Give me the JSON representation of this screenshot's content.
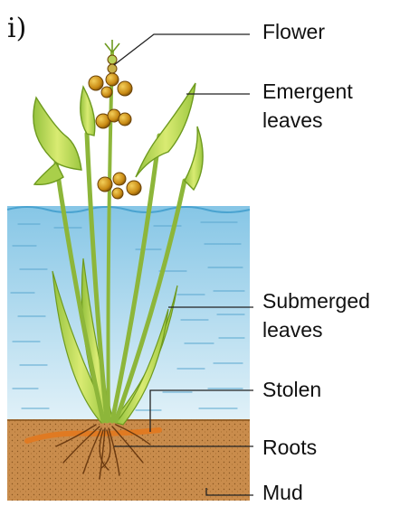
{
  "panel_label": "i)",
  "labels": {
    "flower": "Flower",
    "emergent_line1": "Emergent",
    "emergent_line2": "leaves",
    "submerged_line1": "Submerged",
    "submerged_line2": "leaves",
    "stolen": "Stolen",
    "roots": "Roots",
    "mud": "Mud"
  },
  "colors": {
    "water_top": "#8fcbe8",
    "water_bottom": "#dbeef7",
    "mud": "#c98c4c",
    "leaf": "#a9cf4a",
    "leaf_light": "#d7e86a",
    "flower": "#d49a1e",
    "stolon": "#e07a22"
  }
}
